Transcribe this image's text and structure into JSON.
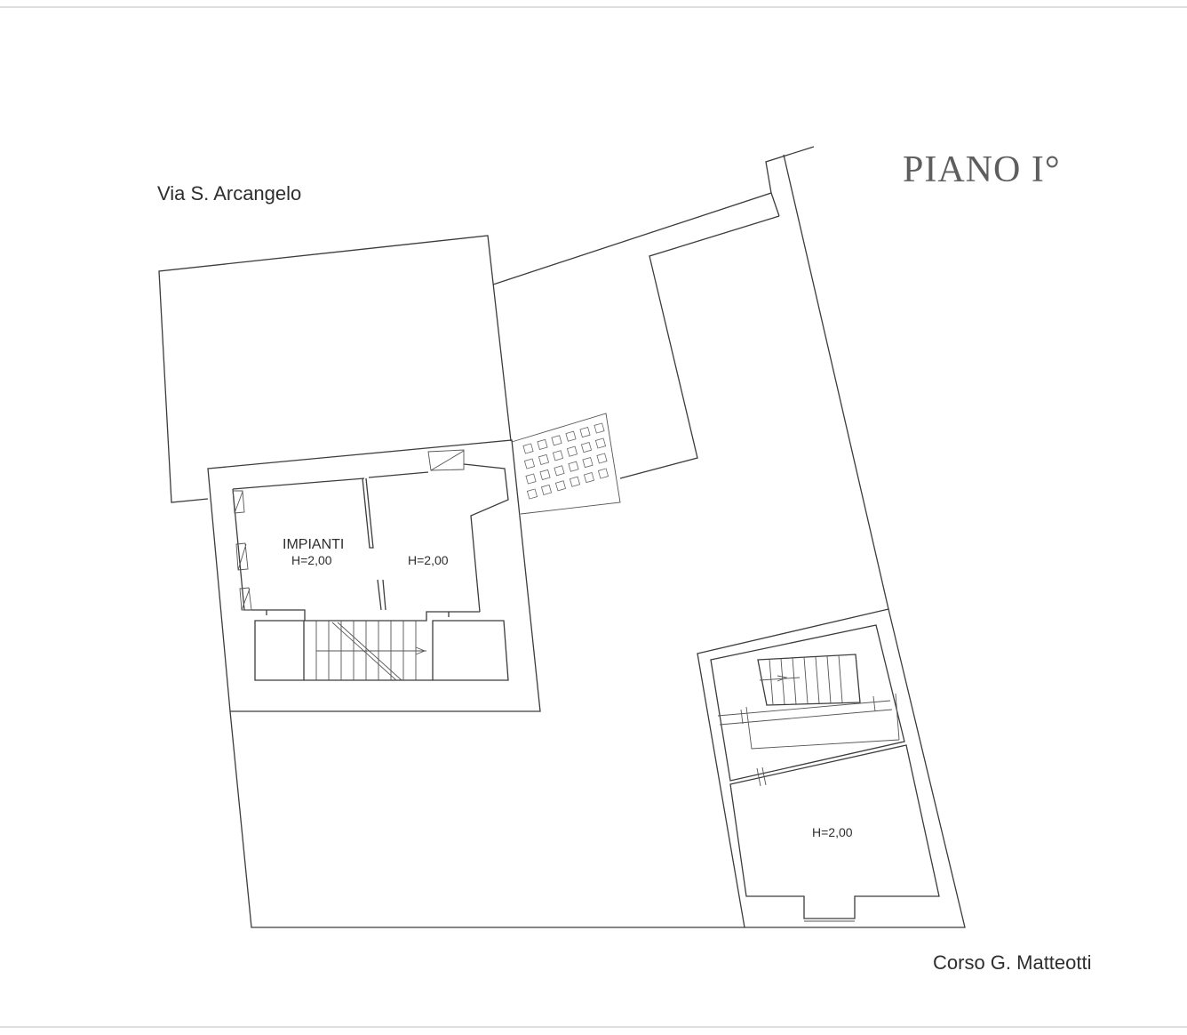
{
  "title": "PIANO I°",
  "streets": {
    "top": "Via S. Arcangelo",
    "bottom": "Corso G. Matteotti"
  },
  "rooms": {
    "impianti": {
      "label": "IMPIANTI",
      "height": "H=2,00"
    },
    "room_west_right": {
      "height": "H=2,00"
    },
    "room_east_lower": {
      "height": "H=2,00"
    }
  },
  "colors": {
    "line": "#3c3c3c",
    "title": "#5e5e5e"
  }
}
